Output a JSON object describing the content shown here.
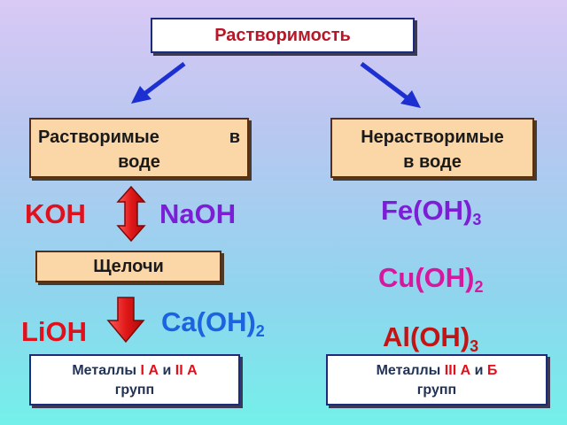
{
  "title": "Растворимость",
  "soluble": {
    "word1": "Растворимые",
    "word2": "в",
    "line2": "воде"
  },
  "insoluble": {
    "line1": "Нерастворимые",
    "line2": "в воде"
  },
  "alkali": "Щелочи",
  "formulas": {
    "koh": "KOH",
    "naoh": "NaOH",
    "lioh": "LiOH",
    "caoh": {
      "base": "Ca(OH)",
      "sub": "2"
    },
    "feoh": {
      "base": "Fe(OH)",
      "sub": "3"
    },
    "cuoh": {
      "base": "Cu(OH)",
      "sub": "2"
    },
    "aloh": {
      "base": "Al(OH)",
      "sub": "3"
    }
  },
  "metals_left": {
    "prefix": "Металлы",
    "group1": "I А",
    "and": "и",
    "group2": "II А",
    "line2": "групп"
  },
  "metals_right": {
    "prefix": "Металлы",
    "group1": "III А",
    "and": "и",
    "group2": "Б",
    "line2": "групп"
  },
  "colors": {
    "arrow_blue": "#1c2fd0",
    "arrow_red": "#e01818",
    "highlight_red": "#e0101c"
  }
}
